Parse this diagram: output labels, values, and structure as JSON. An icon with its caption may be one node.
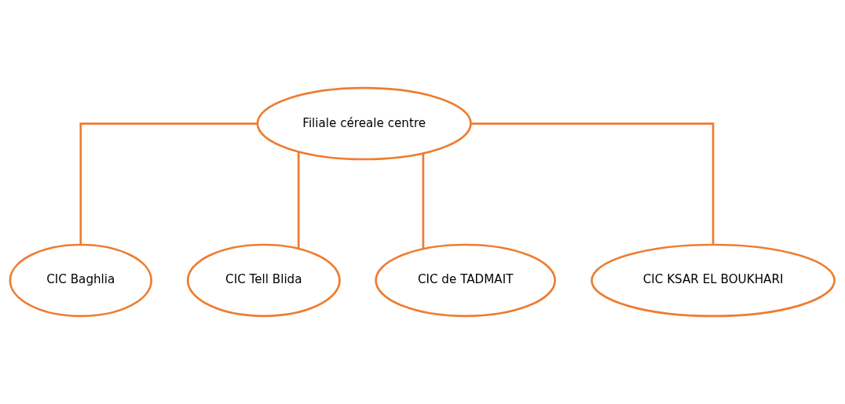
{
  "diagram": {
    "nodes": [
      {
        "text": [
          "Filiale céreale centre"
        ]
      },
      {
        "text": [
          "CIC Baghlia"
        ]
      },
      {
        "text": [
          "CIC Tell Blida"
        ]
      },
      {
        "text": [
          "CIC de TADMAIT"
        ]
      },
      {
        "text": [
          "CIC KSAR EL BOUKHARI"
        ]
      }
    ],
    "edges": [
      {
        "from": 0,
        "to": 1,
        "arrow": "none"
      },
      {
        "from": 0,
        "to": 2,
        "arrow": "none"
      },
      {
        "from": 0,
        "to": 3,
        "arrow": "none"
      },
      {
        "from": 0,
        "to": 4,
        "arrow": "none"
      }
    ]
  }
}
